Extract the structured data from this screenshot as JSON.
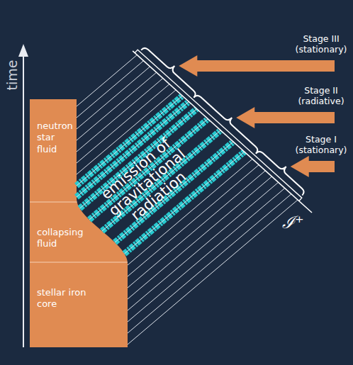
{
  "diagram": {
    "nodes": [
      {
        "text": [
          "neutron star fluid"
        ]
      },
      {
        "text": [
          "collapsing fluid"
        ]
      },
      {
        "text": [
          "stellar iron core"
        ]
      }
    ],
    "labels": [
      "time",
      "emission of gravitational radiation",
      "Stage III (stationary)",
      "Stage II (radiative)",
      "Stage I (stationary)",
      "ℐ⁺"
    ]
  }
}
